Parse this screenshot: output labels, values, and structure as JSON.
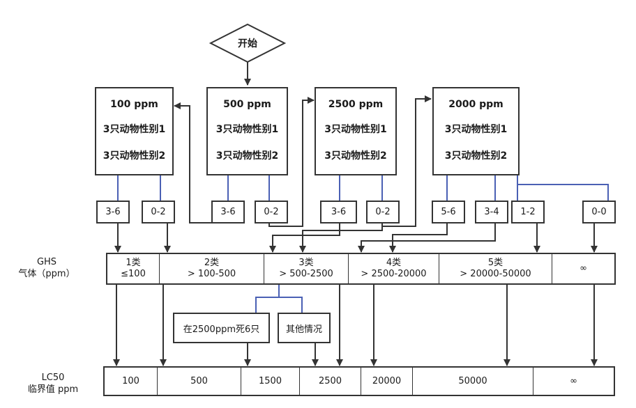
{
  "start": {
    "label": "开始"
  },
  "tests": [
    {
      "dose": "100 ppm",
      "line1": "3只动物性别1",
      "line2": "3只动物性别2"
    },
    {
      "dose": "500 ppm",
      "line1": "3只动物性别1",
      "line2": "3只动物性别2"
    },
    {
      "dose": "2500 ppm",
      "line1": "3只动物性别1",
      "line2": "3只动物性别2"
    },
    {
      "dose": "2000 ppm",
      "line1": "3只动物性别1",
      "line2": "3只动物性别2"
    }
  ],
  "outcomes": [
    "3-6",
    "0-2",
    "3-6",
    "0-2",
    "3-6",
    "0-2",
    "5-6",
    "3-4",
    "1-2",
    "0-0"
  ],
  "ghs": {
    "label": "GHS\n气体（ppm）",
    "categories": [
      {
        "name": "1类",
        "range": "≤100"
      },
      {
        "name": "2类",
        "range": "> 100-500"
      },
      {
        "name": "3类",
        "range": "> 500-2500"
      },
      {
        "name": "4类",
        "range": "> 2500-20000"
      },
      {
        "name": "5类",
        "range": "> 20000-50000"
      },
      {
        "name": "∞",
        "range": ""
      }
    ]
  },
  "split": {
    "left": "在2500ppm死6只",
    "right": "其他情况"
  },
  "lc50": {
    "label": "LC50\n临界值 ppm",
    "values": [
      "100",
      "500",
      "1500",
      "2500",
      "20000",
      "50000",
      "∞"
    ]
  },
  "colors": {
    "line": "#333333",
    "blue": "#4a60b4"
  }
}
